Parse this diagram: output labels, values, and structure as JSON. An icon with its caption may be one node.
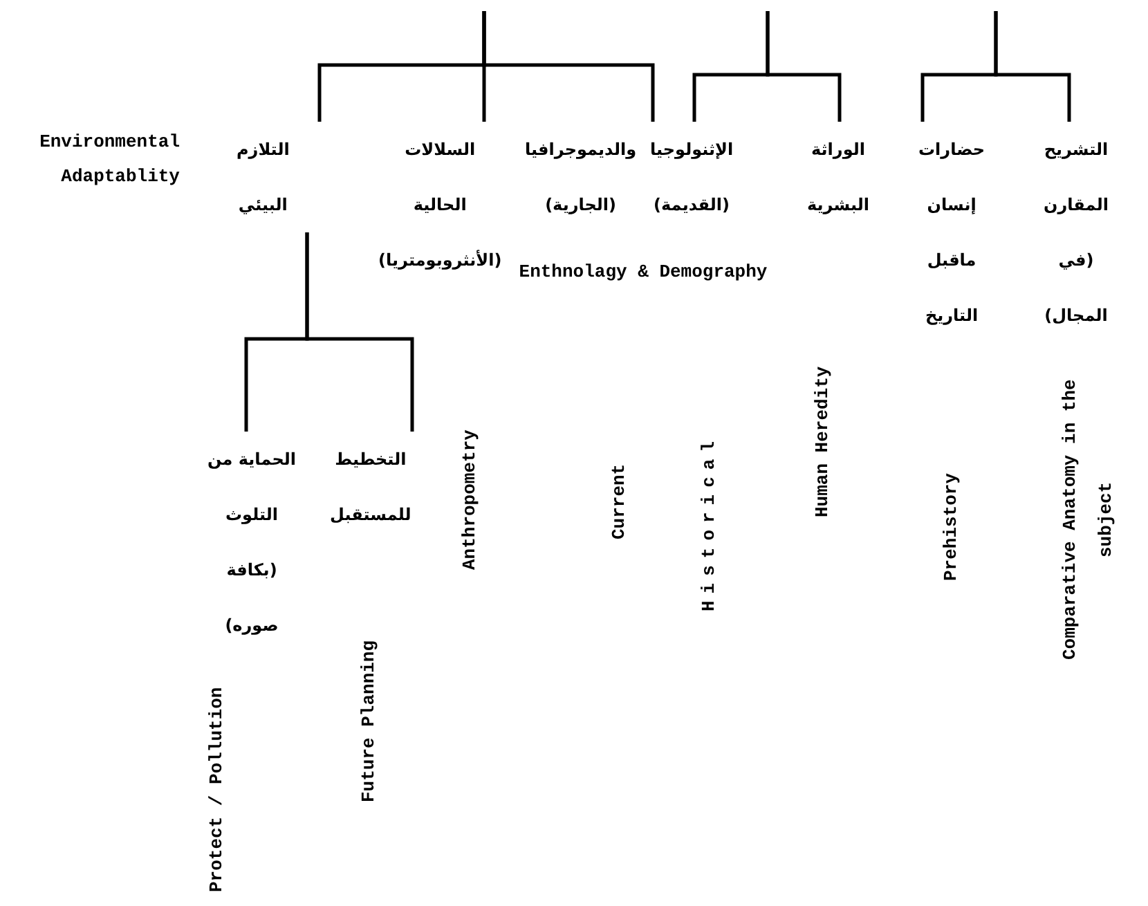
{
  "diagram": {
    "nodes": [
      {
        "text": [
          "التشريح المقارن (في المجال)"
        ],
        "beside": [
          "Comparative Anatomy in the subject"
        ]
      },
      {
        "text": [
          "حضارات إنسان ماقبل التاريخ"
        ]
      },
      {
        "text": [
          "الوراثة البشرية"
        ]
      },
      {
        "text": [
          "الإثنولوجيا (القديمة)"
        ]
      },
      {
        "text": [
          "والديموجرافيا (الجارية)"
        ]
      },
      {
        "text": [
          "السلالات الحالية (الأنثروبومتريا)"
        ]
      },
      {
        "text": [
          "التلازم البيئي"
        ],
        "beside": [
          "Environmental Adaptablity"
        ]
      },
      {
        "text": [
          "التخطيط للمستقبل"
        ]
      },
      {
        "text": [
          "الحماية من التلوث (بكافة صوره)"
        ],
        "beside": [
          "Protect / Pollution"
        ]
      }
    ],
    "edges": [
      {
        "from": null,
        "to": 0,
        "arrow": "none"
      },
      {
        "from": null,
        "to": 1,
        "arrow": "none"
      },
      {
        "from": null,
        "to": 2,
        "arrow": "none"
      },
      {
        "from": null,
        "to": 3,
        "arrow": "none"
      },
      {
        "from": null,
        "to": 4,
        "arrow": "none"
      },
      {
        "from": null,
        "to": 5,
        "arrow": "none"
      },
      {
        "from": null,
        "to": 6,
        "arrow": "none"
      },
      {
        "from": 6,
        "to": 7,
        "arrow": "none"
      },
      {
        "from": 6,
        "to": 8,
        "arrow": "none"
      }
    ],
    "labels": [
      "Enthnolagy & Demography",
      "Prehistory",
      "Human Heredity",
      "Historical",
      "Current",
      "Anthropometry",
      "Future Planning"
    ]
  }
}
